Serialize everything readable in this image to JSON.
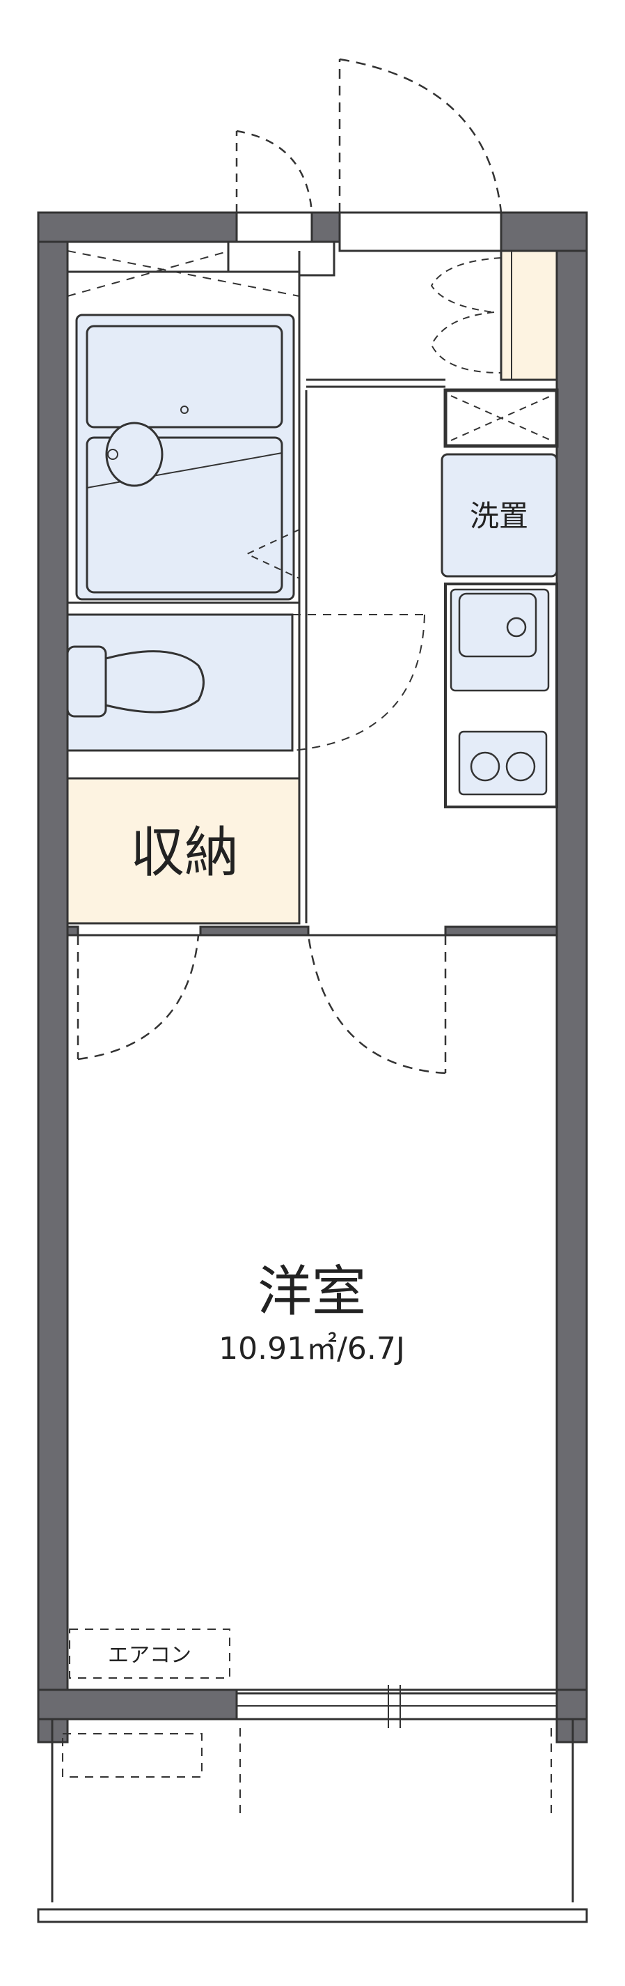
{
  "rooms": {
    "washing_machine": "洗置",
    "storage": "収納",
    "western_room": "洋室",
    "western_room_area": "10.91㎡/6.7J",
    "air_conditioner": "エアコン"
  },
  "colors": {
    "wall": "#6b6b70",
    "wet_area": "#e4ecf8",
    "storage_floor": "#fdf3e1",
    "floor": "#ffffff",
    "line": "#333333"
  }
}
